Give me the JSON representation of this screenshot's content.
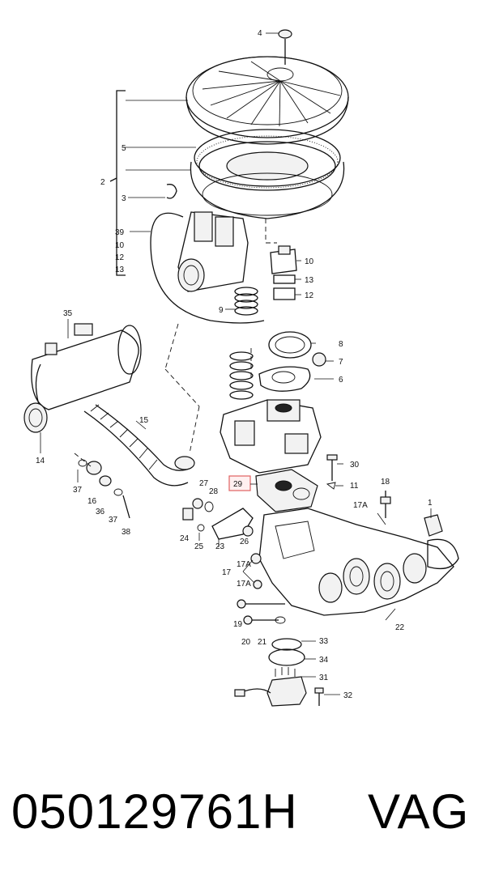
{
  "callouts": {
    "c1": "1",
    "c2": "2",
    "c3": "3",
    "c4": "4",
    "c5": "5",
    "c6": "6",
    "c7": "7",
    "c8": "8",
    "c9": "9",
    "c10": "10",
    "c11": "11",
    "c12": "12",
    "c13": "13",
    "c14": "14",
    "c15": "15",
    "c16": "16",
    "c17": "17",
    "c17a": "17A",
    "c18": "18",
    "c19": "19",
    "c20": "20",
    "c21": "21",
    "c22": "22",
    "c23": "23",
    "c24": "24",
    "c25": "25",
    "c26": "26",
    "c27": "27",
    "c28": "28",
    "c29": "29",
    "c30": "30",
    "c31": "31",
    "c32": "32",
    "c33": "33",
    "c34": "34",
    "c35": "35",
    "c36": "36",
    "c37": "37",
    "c38": "38",
    "c39": "39"
  },
  "highlight": {
    "callout": "29",
    "color": "#e06060"
  },
  "footer": {
    "part_number": "050129761H",
    "brand": "VAG"
  }
}
